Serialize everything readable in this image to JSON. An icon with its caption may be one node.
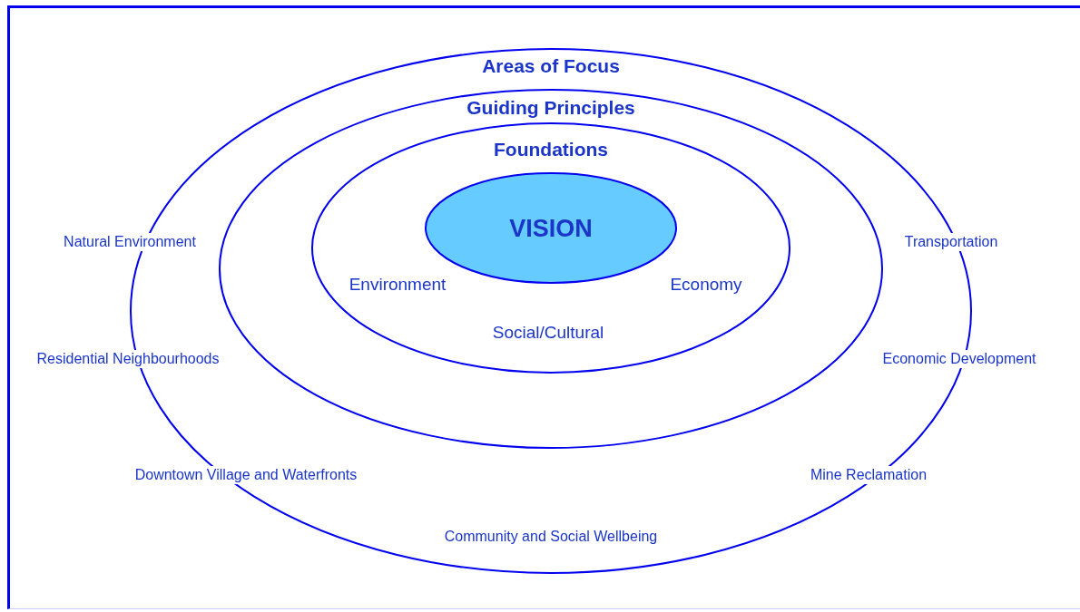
{
  "diagram": {
    "nodes": [
      {
        "text": [
          "Areas of Focus"
        ]
      },
      {
        "text": [
          "Guiding Principles"
        ],
        "in": 0
      },
      {
        "text": [
          "Foundations"
        ],
        "in": 1
      },
      {
        "text": [
          "VISION"
        ],
        "in": 2
      }
    ],
    "labels": [
      "Natural Environment",
      "Transportation",
      "Environment",
      "Economy",
      "Social/Cultural",
      "Residential Neighbourhoods",
      "Economic Development",
      "Downtown Village and Waterfronts",
      "Mine Reclamation",
      "Community and Social Wellbeing"
    ]
  }
}
